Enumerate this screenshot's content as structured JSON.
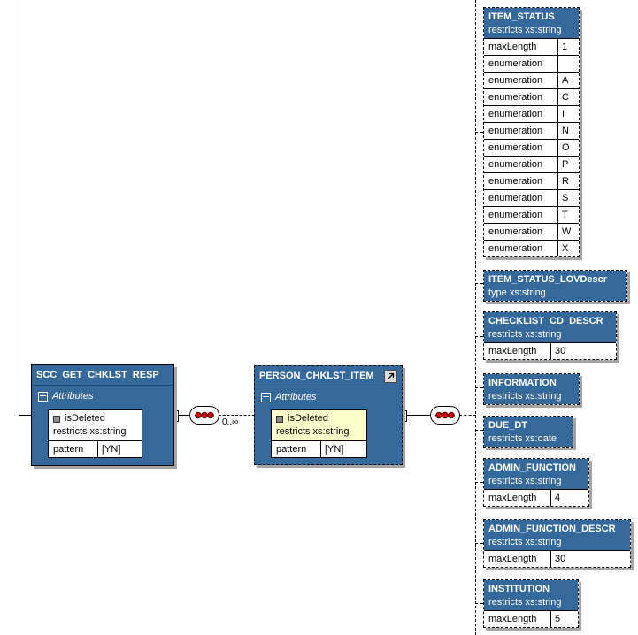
{
  "colors": {
    "element_header": "#35689B",
    "attribute_highlight": "#FFFFCC",
    "sequence_dot": "#CC0000",
    "shadow": "#A5A5A5"
  },
  "icons": {
    "collapse-minus-icon": "minus-in-square",
    "attribute-icon": "small-gray-square",
    "link-icon": "arrow-up-right-in-square",
    "sequence-icon": "pill-with-three-red-dots"
  },
  "cardinality_label": "0..∞",
  "root_element": {
    "title": "SCC_GET_CHKLST_RESP",
    "attributes_label": "Attributes",
    "attribute": {
      "name": "isDeleted",
      "restriction": "restricts xs:string"
    },
    "facets": [
      [
        "pattern",
        "[YN]"
      ]
    ]
  },
  "child_element": {
    "title": "PERSON_CHKLST_ITEM",
    "attributes_label": "Attributes",
    "attribute": {
      "name": "isDeleted",
      "restriction": "restricts xs:string"
    },
    "facets": [
      [
        "pattern",
        "[YN]"
      ]
    ]
  },
  "right_elements": [
    {
      "title": "ITEM_STATUS",
      "subtitle": "restricts xs:string",
      "facets": [
        [
          "maxLength",
          "1"
        ],
        [
          "enumeration",
          ""
        ],
        [
          "enumeration",
          "A"
        ],
        [
          "enumeration",
          "C"
        ],
        [
          "enumeration",
          "I"
        ],
        [
          "enumeration",
          "N"
        ],
        [
          "enumeration",
          "O"
        ],
        [
          "enumeration",
          "P"
        ],
        [
          "enumeration",
          "R"
        ],
        [
          "enumeration",
          "S"
        ],
        [
          "enumeration",
          "T"
        ],
        [
          "enumeration",
          "W"
        ],
        [
          "enumeration",
          "X"
        ]
      ]
    },
    {
      "title": "ITEM_STATUS_LOVDescr",
      "subtitle": "type xs:string",
      "facets": []
    },
    {
      "title": "CHECKLIST_CD_DESCR",
      "subtitle": "restricts xs:string",
      "facets": [
        [
          "maxLength",
          "30"
        ]
      ]
    },
    {
      "title": "INFORMATION",
      "subtitle": "restricts xs:string",
      "facets": []
    },
    {
      "title": "DUE_DT",
      "subtitle": "restricts xs:date",
      "facets": []
    },
    {
      "title": "ADMIN_FUNCTION",
      "subtitle": "restricts xs:string",
      "facets": [
        [
          "maxLength",
          "4"
        ]
      ]
    },
    {
      "title": "ADMIN_FUNCTION_DESCR",
      "subtitle": "restricts xs:string",
      "facets": [
        [
          "maxLength",
          "30"
        ]
      ]
    },
    {
      "title": "INSTITUTION",
      "subtitle": "restricts xs:string",
      "facets": [
        [
          "maxLength",
          "5"
        ]
      ]
    }
  ]
}
